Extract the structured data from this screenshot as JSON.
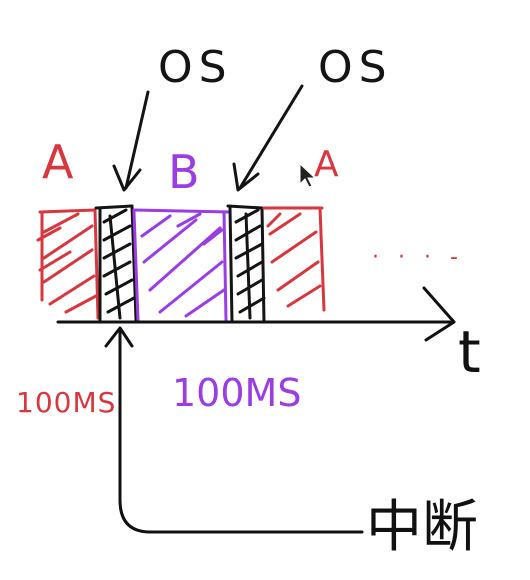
{
  "colors": {
    "process_a": "#d9363e",
    "process_b": "#9b3de6",
    "os": "#141414",
    "axis": "#111111",
    "cursor": "#222222"
  },
  "labels": {
    "os_left": "OS",
    "os_right": "OS",
    "process_a_left": "A",
    "process_b": "B",
    "process_a_right": "A",
    "duration_a": "100MS",
    "duration_b": "100MS",
    "interrupt": "中断",
    "axis_t": "t",
    "continuation": "· · · -"
  },
  "cursor_icon": "mouse-pointer-icon"
}
